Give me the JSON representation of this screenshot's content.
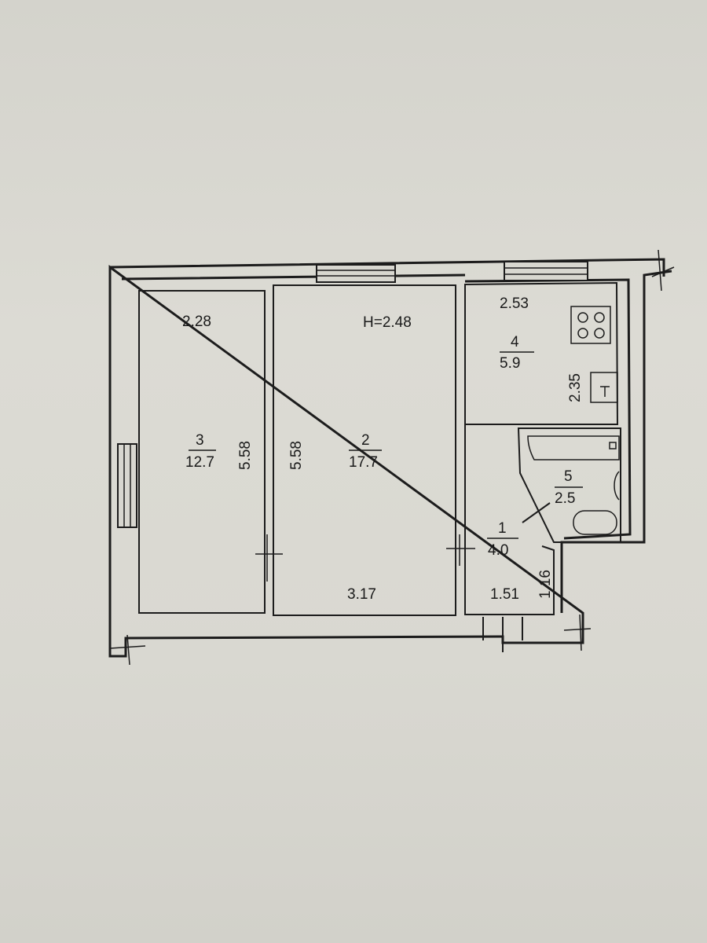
{
  "plan": {
    "ceiling_height": "H=2.48",
    "rooms": [
      {
        "number": "1",
        "area": "4.0"
      },
      {
        "number": "2",
        "area": "17.7"
      },
      {
        "number": "3",
        "area": "12.7"
      },
      {
        "number": "4",
        "area": "5.9"
      },
      {
        "number": "5",
        "area": "2.5"
      }
    ],
    "dimensions": {
      "room3_width": "2.28",
      "room3_length": "5.58",
      "room2_length": "5.58",
      "room2_width": "3.17",
      "kitchen_width": "2.53",
      "kitchen_length": "2.35",
      "hall_width": "1.51",
      "hall_length": "1.16"
    }
  }
}
